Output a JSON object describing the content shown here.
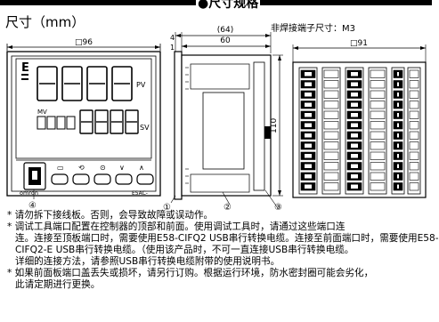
{
  "header": {
    "banner": "●尺寸规格",
    "title": "尺寸（mm）",
    "terminal_note": "非焊接端子尺寸：M3"
  },
  "front_view": {
    "width_label": "□96",
    "pv_label": "PV",
    "sv_label": "SV",
    "mv_label": "MV",
    "brand": "omron",
    "model": "E5AC-",
    "callout_4": "④"
  },
  "side_view": {
    "depth_total": "(64)",
    "depth_body": "60",
    "front_thickness": "4",
    "bezel": "1",
    "height": "110",
    "callout_1": "①",
    "callout_2": "②",
    "callout_3": "③"
  },
  "rear_view": {
    "width_label": "□91"
  },
  "notes": [
    "* 请勿拆下接线板。否则，会导致故障或误动作。",
    "* 调试工具端口配置在控制器的顶部和前面。使用调试工具时，请通过这些端口连",
    "连。连接至顶板端口时，需要使用E58-CIFQ2 USB串行转换电缆。连接至前面端口时，需要使用E58-",
    "CIFQ2-E USB串行转换电缆。（使用该产品时，不可一直连接USB串行转换电缆。",
    "详细的连接方法，请参照USB串行转换电缆附带的使用说明书。",
    "* 如果前面板端口盖丢失或损坏，请另行订购。根据运行环境，防水密封圈可能会劣化，",
    "此请定期进行更换。"
  ]
}
